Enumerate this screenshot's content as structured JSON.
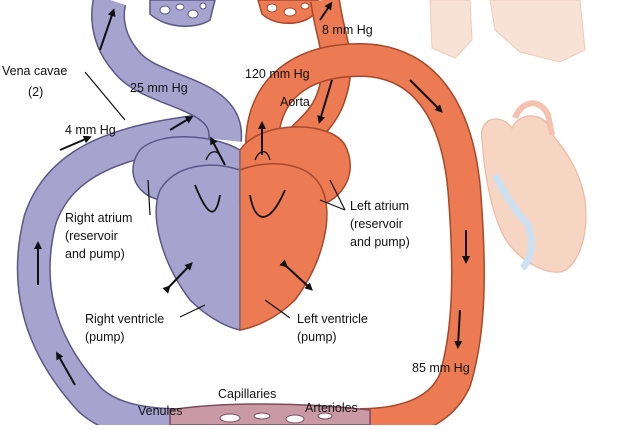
{
  "labels": {
    "vena_cavae": "Vena cavae",
    "vena_cavae_count": "(2)",
    "pressure_25": "25 mm Hg",
    "pressure_4": "4 mm Hg",
    "pressure_8": "8 mm Hg",
    "pressure_120": "120 mm Hg",
    "aorta": "Aorta",
    "pressure_85": "85 mm Hg",
    "right_atrium_1": "Right atrium",
    "right_atrium_2": "(reservoir",
    "right_atrium_3": "and pump)",
    "left_atrium_1": "Left atrium",
    "left_atrium_2": "(reservoir",
    "left_atrium_3": "and pump)",
    "right_ventricle_1": "Right ventricle",
    "right_ventricle_2": "(pump)",
    "left_ventricle_1": "Left ventricle",
    "left_ventricle_2": "(pump)",
    "capillaries": "Capillaries",
    "venules": "Venules",
    "arterioles": "Arterioles"
  },
  "colors": {
    "deoxygenated": "#a7a3cf",
    "deoxygenated_outline": "#5b5787",
    "oxygenated": "#ec7a52",
    "oxygenated_outline": "#a8482a",
    "faded_lung": "#f7dccc",
    "faded_blue": "#bfd9ee"
  }
}
